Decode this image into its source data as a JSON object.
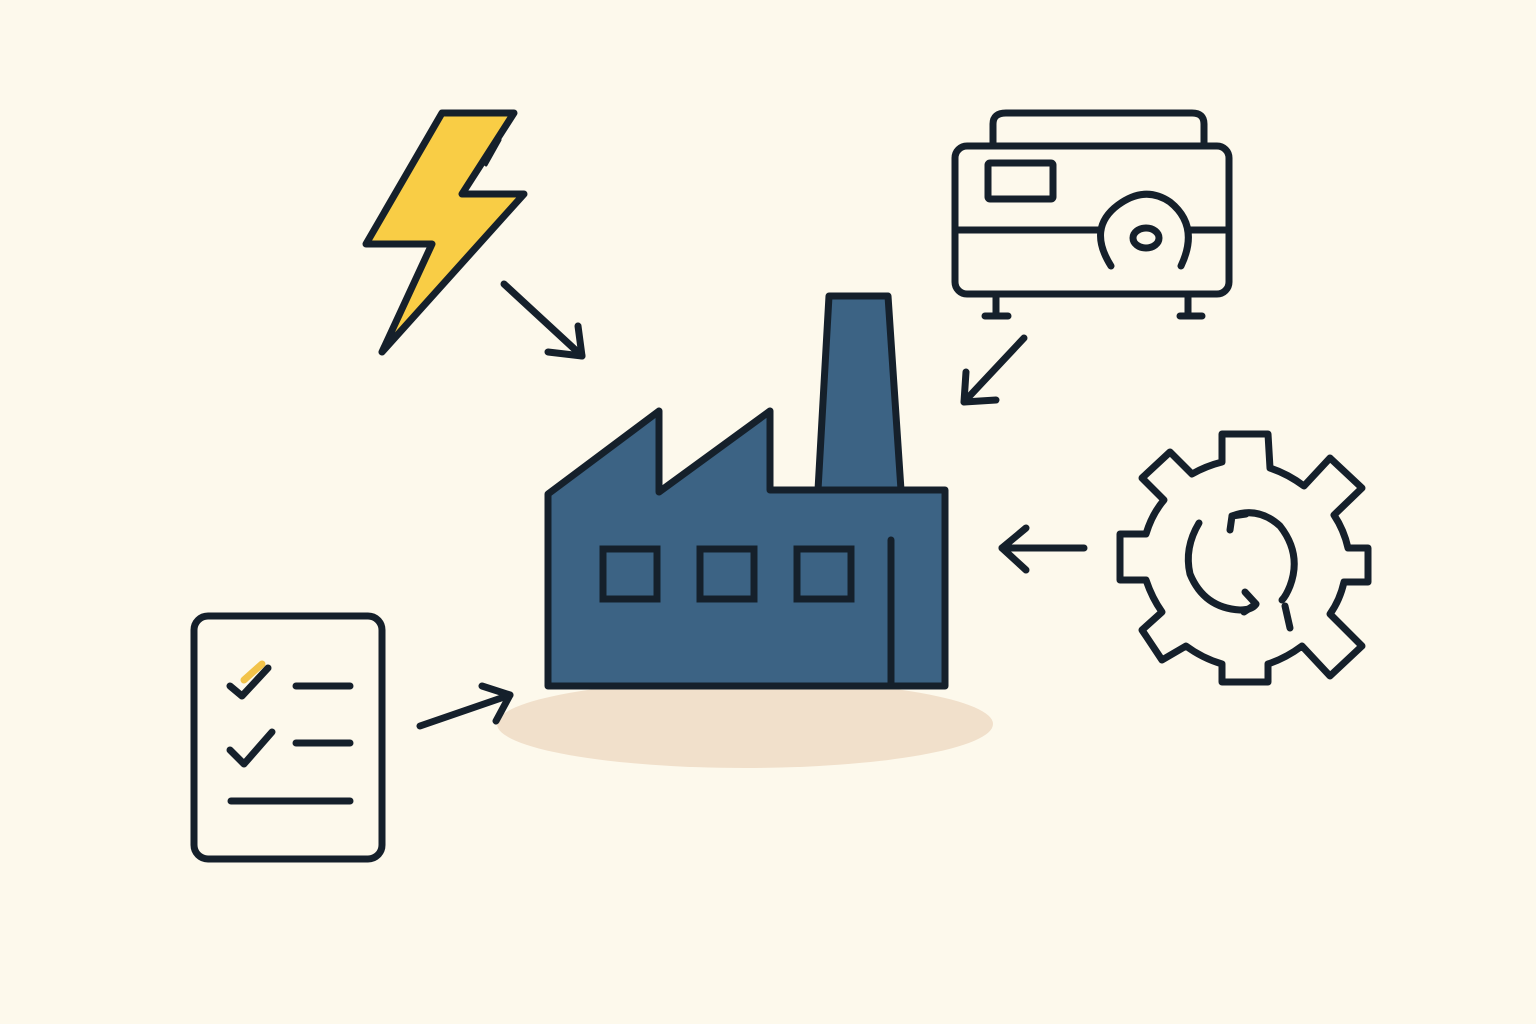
{
  "diagram": {
    "type": "inputs-to-factory",
    "nodes": [
      {
        "id": "factory",
        "icon": "factory-icon",
        "role": "center"
      },
      {
        "id": "electricity",
        "icon": "lightning-bolt-icon"
      },
      {
        "id": "generator",
        "icon": "generator-icon"
      },
      {
        "id": "maintenance",
        "icon": "gear-cycle-icon"
      },
      {
        "id": "checklist",
        "icon": "checklist-icon"
      }
    ],
    "edges": [
      {
        "from": "electricity",
        "to": "factory"
      },
      {
        "from": "generator",
        "to": "factory"
      },
      {
        "from": "maintenance",
        "to": "factory"
      },
      {
        "from": "checklist",
        "to": "factory"
      }
    ]
  },
  "colors": {
    "background": "#fdf9ec",
    "outline": "#15202b",
    "factory_fill": "#3c6384",
    "bolt_fill": "#f9cd45",
    "shadow": "#f1e0cb",
    "check_accent": "#f2c34a"
  }
}
